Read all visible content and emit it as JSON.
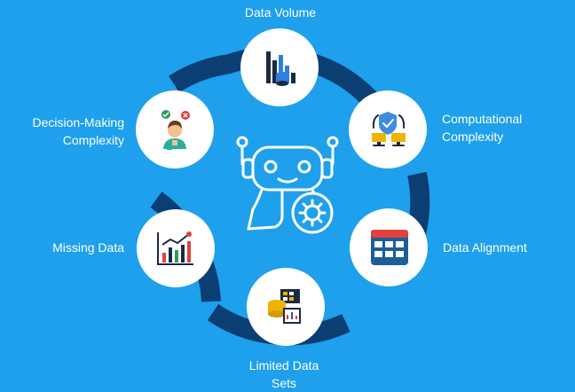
{
  "colors": {
    "background": "#1ea0ec",
    "arc": "#0b3f73",
    "node_fill": "#ffffff",
    "robot_line": "#ffffff"
  },
  "center": {
    "icon": "robot-with-gear-icon"
  },
  "nodes": [
    {
      "id": "data-volume",
      "label": "Data Volume",
      "icon": "bar-chart-database-icon"
    },
    {
      "id": "computational-complexity",
      "label": "Computational Complexity",
      "icon": "shield-network-computers-icon"
    },
    {
      "id": "data-alignment",
      "label": "Data Alignment",
      "icon": "table-grid-icon"
    },
    {
      "id": "limited-data-sets",
      "label": "Limited Data Sets",
      "icon": "database-spreadsheet-icon"
    },
    {
      "id": "missing-data",
      "label": "Missing Data",
      "icon": "trend-line-chart-icon"
    },
    {
      "id": "decision-making-complexity",
      "label": "Decision-Making Complexity",
      "icon": "person-decision-icon"
    }
  ]
}
